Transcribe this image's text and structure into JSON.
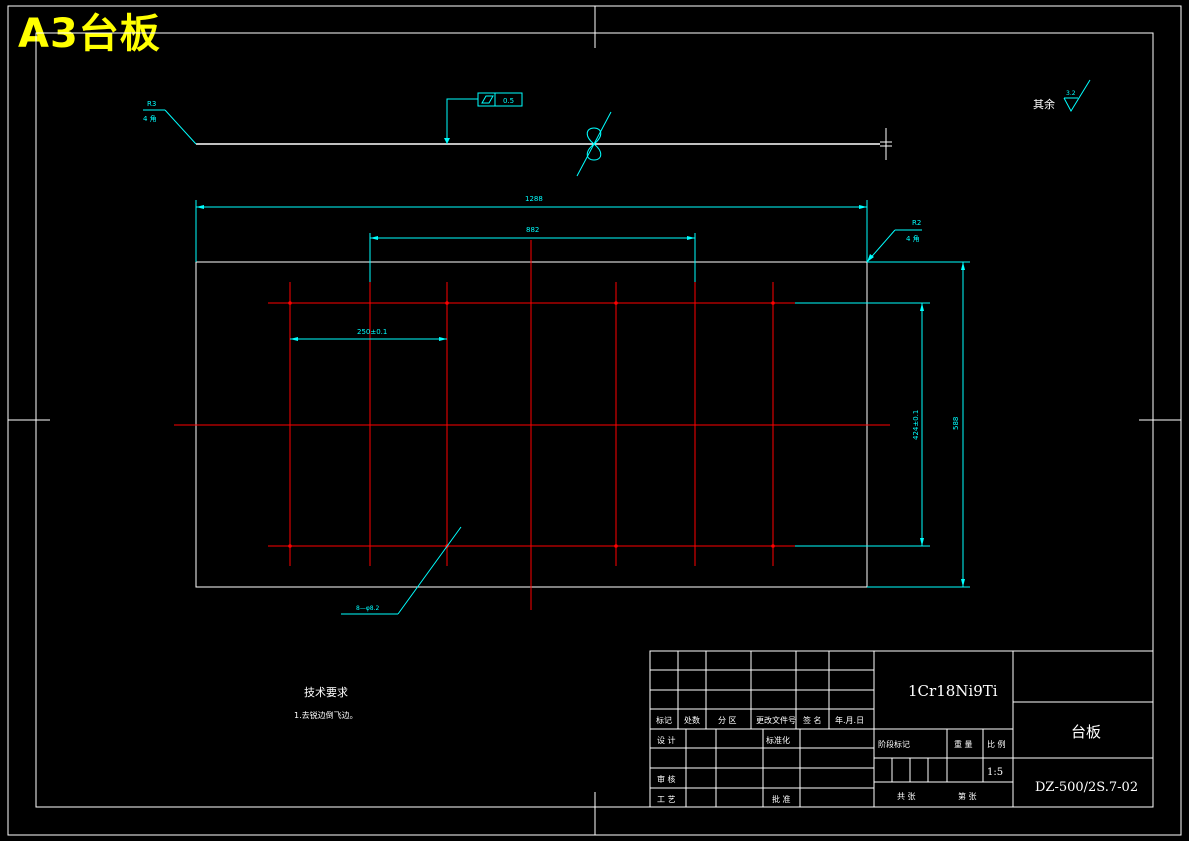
{
  "sheet_label": "A3台板",
  "colors": {
    "background": "#000000",
    "frame": "#ffffff",
    "dimension": "#00ffff",
    "centerline": "#ff0000",
    "label": "#ffff00"
  },
  "top_view": {
    "flatness_tolerance": "0.5",
    "leader_label_left": "R3",
    "leader_label_left_sub": "4 角"
  },
  "surface_finish": {
    "label": "其余",
    "value": "3.2"
  },
  "dimensions": {
    "overall_width": "1288",
    "center_width": "882",
    "pitch": "250±0.1",
    "hole_span": "424±0.1",
    "overall_height": "588",
    "corner_radius": "R2",
    "corner_radius_sub": "4 角",
    "holes": "8—φ8.2"
  },
  "tech_requirements": {
    "title": "技术要求",
    "items": [
      "1.去锐边倒飞边。"
    ]
  },
  "title_block": {
    "material": "1Cr18Ni9Ti",
    "part_name": "台板",
    "drawing_number": "DZ-500/2S.7-02",
    "scale": "1:5",
    "headers": [
      "标记",
      "处数",
      "分 区",
      "更改文件号",
      "签 名",
      "年.月.日"
    ],
    "row_design": "设 计",
    "row_standard": "标准化",
    "row_review": "审 核",
    "row_process": "工 艺",
    "row_approve": "批 准",
    "stage_mark": "阶段标记",
    "weight": "重 量",
    "scale_label": "比 例",
    "sheets_total": "共  张",
    "sheet_no": "第  张"
  }
}
